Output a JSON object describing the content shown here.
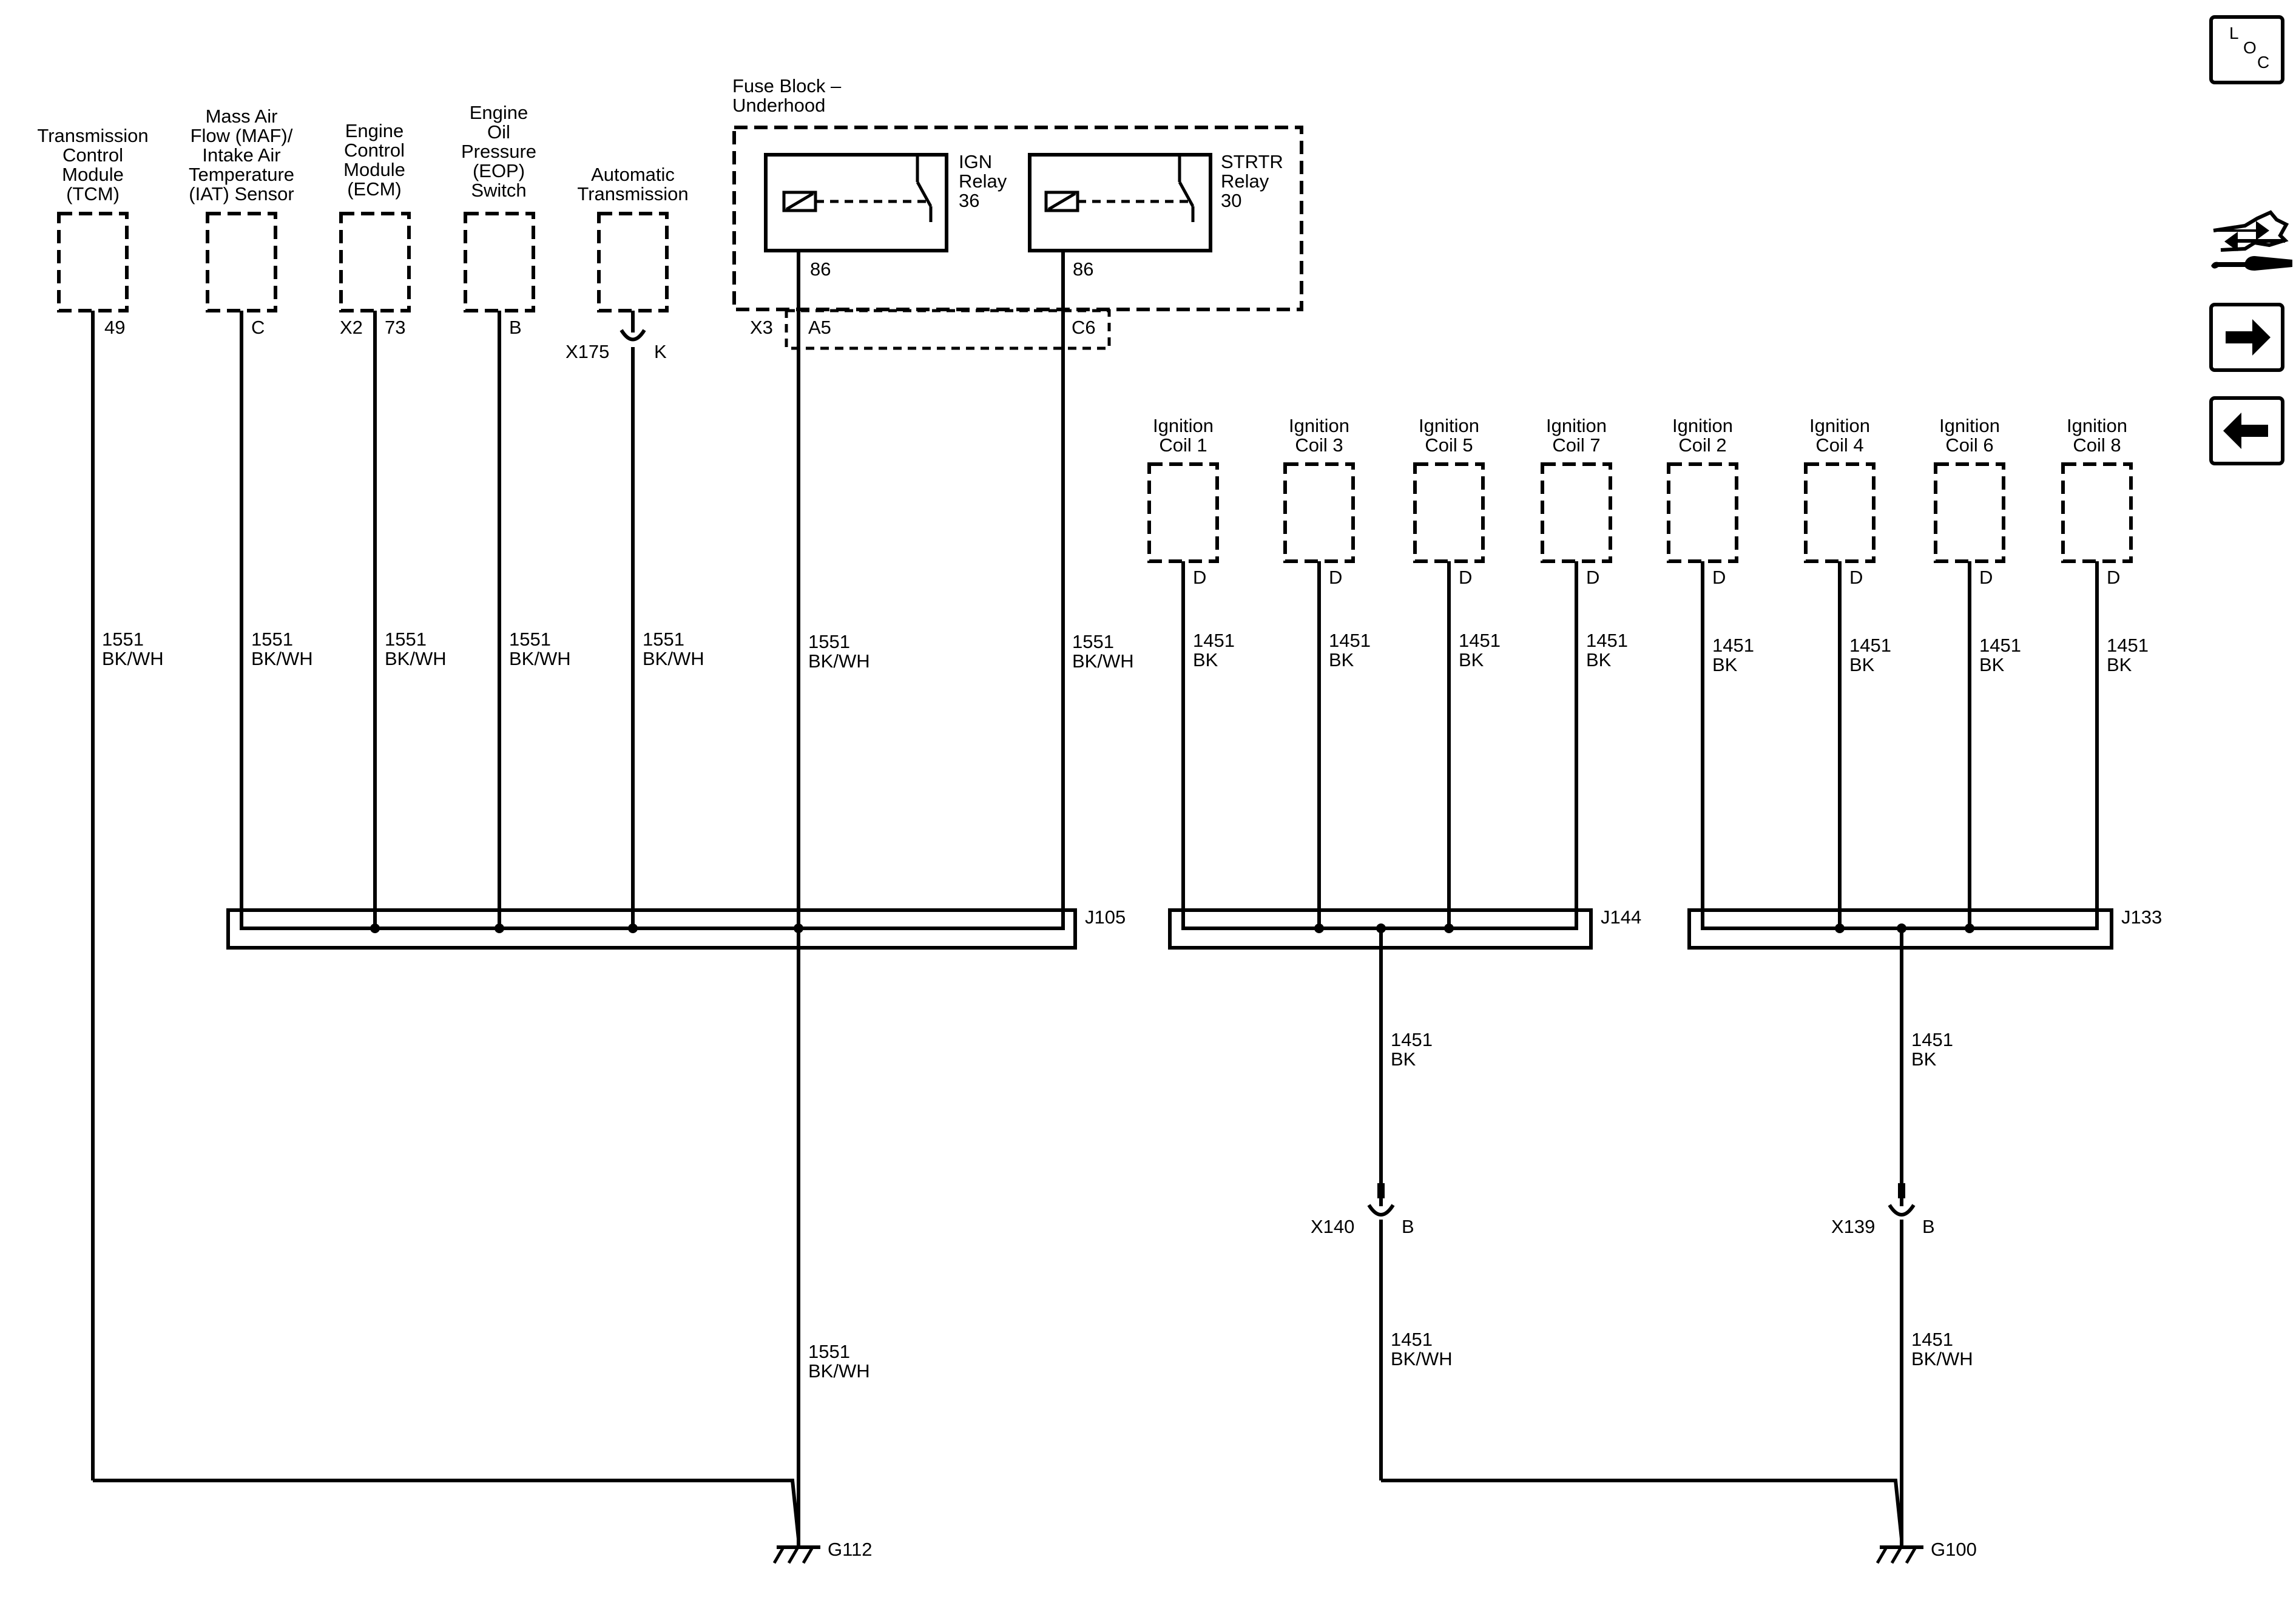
{
  "components": {
    "tcm": [
      "Transmission",
      "Control",
      "Module",
      "(TCM)"
    ],
    "maf": [
      "Mass Air",
      "Flow (MAF)/",
      "Intake Air",
      "Temperature",
      "(IAT) Sensor"
    ],
    "ecm": [
      "Engine",
      "Control",
      "Module",
      "(ECM)"
    ],
    "eop": [
      "Engine",
      "Oil",
      "Pressure",
      "(EOP)",
      "Switch"
    ],
    "trans": [
      "Automatic",
      "Transmission"
    ],
    "fuse_block": [
      "Fuse Block –",
      "Underhood"
    ],
    "ign_relay": [
      "IGN",
      "Relay",
      "36"
    ],
    "strtr_relay": [
      "STRTR",
      "Relay",
      "30"
    ],
    "coils": [
      [
        "Ignition",
        "Coil 1"
      ],
      [
        "Ignition",
        "Coil 3"
      ],
      [
        "Ignition",
        "Coil 5"
      ],
      [
        "Ignition",
        "Coil 7"
      ],
      [
        "Ignition",
        "Coil 2"
      ],
      [
        "Ignition",
        "Coil 4"
      ],
      [
        "Ignition",
        "Coil 6"
      ],
      [
        "Ignition",
        "Coil 8"
      ]
    ]
  },
  "pins": {
    "tcm": "49",
    "maf": "C",
    "ecm_conn": "X2",
    "ecm": "73",
    "eop": "B",
    "trans_conn": "X175",
    "trans": "K",
    "relay_pin": "86",
    "fuse_conn": "X3",
    "fuse_a": "A5",
    "fuse_c": "C6",
    "coil": "D",
    "x140": "X140",
    "x140_pin": "B",
    "x139": "X139",
    "x139_pin": "B"
  },
  "wires": {
    "w1551": [
      "1551",
      "BK/WH"
    ],
    "w1451": [
      "1451",
      "BK"
    ],
    "w1451wh": [
      "1451",
      "BK/WH"
    ]
  },
  "splices": {
    "j105": "J105",
    "j144": "J144",
    "j133": "J133"
  },
  "grounds": {
    "g112": "G112",
    "g100": "G100"
  },
  "nav": {
    "loc": [
      "L",
      "O",
      "C"
    ],
    "connector_icon": "connector-tool-icon",
    "next_icon": "arrow-right-icon",
    "prev_icon": "arrow-left-icon"
  }
}
